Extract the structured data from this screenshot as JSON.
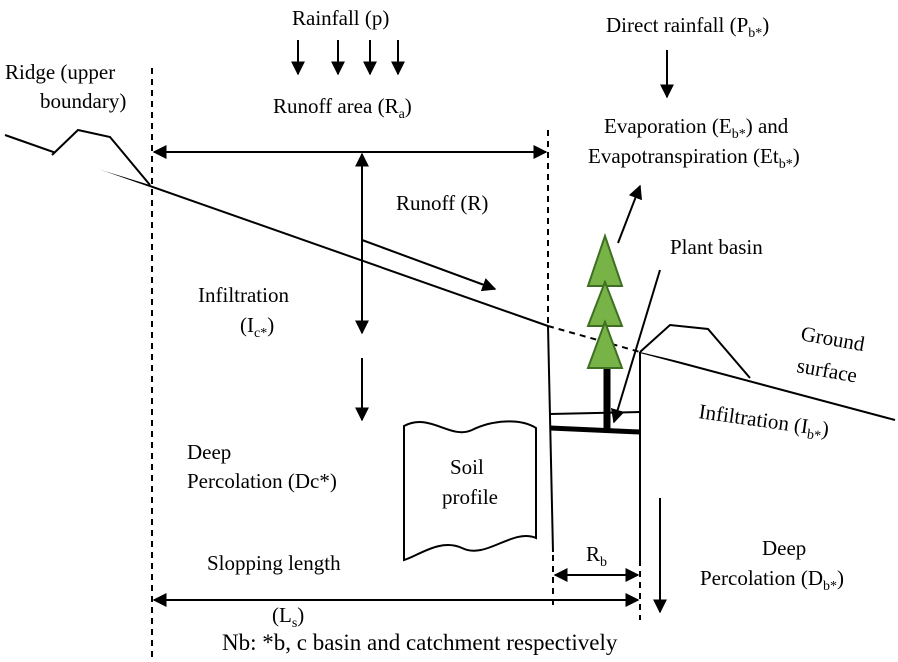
{
  "labels": {
    "rainfall": "Rainfall (p)",
    "direct_rainfall": "Direct rainfall (P",
    "direct_rainfall_sub": "b*",
    "ridge_line1": "Ridge (upper",
    "ridge_line2": "boundary)",
    "runoff_area": "Runoff area (R",
    "runoff_area_sub": "a",
    "evaporation": "Evaporation (E",
    "evaporation_sub": "b*",
    "evaporation_and": ") and",
    "evapotranspiration": "Evapotranspiration (Et",
    "evapotranspiration_sub": "b*",
    "runoff": "Runoff (R)",
    "plant_basin": "Plant basin",
    "infiltration_c": "Infiltration",
    "infiltration_c_sym": "(I",
    "infiltration_c_sub": "c*",
    "ground_line1": "Ground",
    "ground_line2": "surface",
    "infiltration_b": "Infiltration (I",
    "infiltration_b_sub": "b*",
    "deep_perc_c_line1": "Deep",
    "deep_perc_c_line2": "Percolation (Dc*)",
    "soil_line1": "Soil",
    "soil_line2": "profile",
    "deep_perc_b_line1": "Deep",
    "deep_perc_b_line2": "Percolation (D",
    "deep_perc_b_sub": "b*",
    "rb": "R",
    "rb_sub": "b",
    "slopping": "Slopping length",
    "ls": "(L",
    "ls_sub": "s",
    "note": "Nb: *b, c basin and catchment respectively",
    "close_paren": ")"
  }
}
